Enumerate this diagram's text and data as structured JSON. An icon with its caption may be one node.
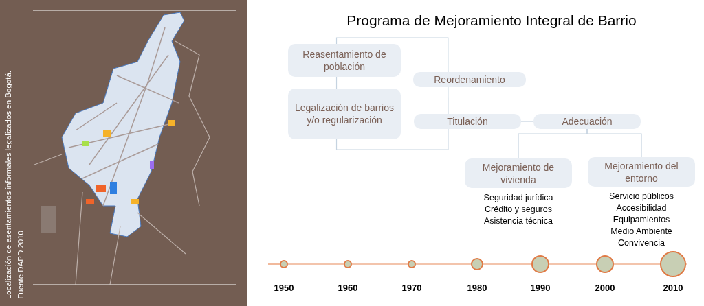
{
  "diagram": {
    "title": "Programa de Mejoramiento Integral de Barrio",
    "nodes": [
      {
        "text": [
          "Reasentamiento de población"
        ]
      },
      {
        "text": [
          "Legalización de barrios y/o regularización"
        ]
      },
      {
        "text": [
          "Reordenamiento"
        ]
      },
      {
        "text": [
          "Titulación"
        ]
      },
      {
        "text": [
          "Adecuación"
        ]
      },
      {
        "text": [
          "Mejoramiento de vivienda"
        ],
        "beside": [
          "Seguridad jurídica",
          "Crédito y seguros",
          "Asistencia técnica"
        ]
      },
      {
        "text": [
          "Mejoramiento del entorno"
        ],
        "beside": [
          "Servicio públicos",
          "Accesibilidad",
          "Equipamientos",
          "Medio Ambiente",
          "Convivencia"
        ]
      },
      {
        "text": [],
        "shape": "circle",
        "beside": [
          "1950"
        ]
      },
      {
        "text": [],
        "shape": "circle",
        "beside": [
          "1960"
        ]
      },
      {
        "text": [],
        "shape": "circle",
        "beside": [
          "1970"
        ]
      },
      {
        "text": [],
        "shape": "circle",
        "beside": [
          "1980"
        ]
      },
      {
        "text": [],
        "shape": "circle",
        "beside": [
          "1990"
        ]
      },
      {
        "text": [],
        "shape": "circle",
        "beside": [
          "2000"
        ]
      },
      {
        "text": [],
        "shape": "circle",
        "beside": [
          "2010"
        ]
      }
    ],
    "edges": [
      {
        "from": 0,
        "to": 1,
        "arrow": "none"
      },
      {
        "from": 0,
        "to": 2,
        "arrow": "none"
      },
      {
        "from": 2,
        "to": 3,
        "arrow": "none"
      },
      {
        "from": 3,
        "to": 1,
        "arrow": "none"
      },
      {
        "from": 3,
        "to": 4,
        "arrow": "none"
      },
      {
        "from": 4,
        "to": 5,
        "arrow": "none"
      },
      {
        "from": 4,
        "to": 6,
        "arrow": "none"
      },
      {
        "from": 7,
        "to": 8,
        "arrow": "none",
        "color": "#e88a5a"
      },
      {
        "from": 8,
        "to": 9,
        "arrow": "none",
        "color": "#e88a5a"
      },
      {
        "from": 9,
        "to": 10,
        "arrow": "none",
        "color": "#e88a5a"
      },
      {
        "from": 10,
        "to": 11,
        "arrow": "none",
        "color": "#e88a5a"
      },
      {
        "from": 11,
        "to": 12,
        "arrow": "none",
        "color": "#e88a5a"
      },
      {
        "from": 12,
        "to": 13,
        "arrow": "none",
        "color": "#e88a5a"
      }
    ],
    "labels": [
      "Localización de asentamientos informales legalizados en Bogotá.",
      "Fuente DAPD 2010"
    ]
  }
}
